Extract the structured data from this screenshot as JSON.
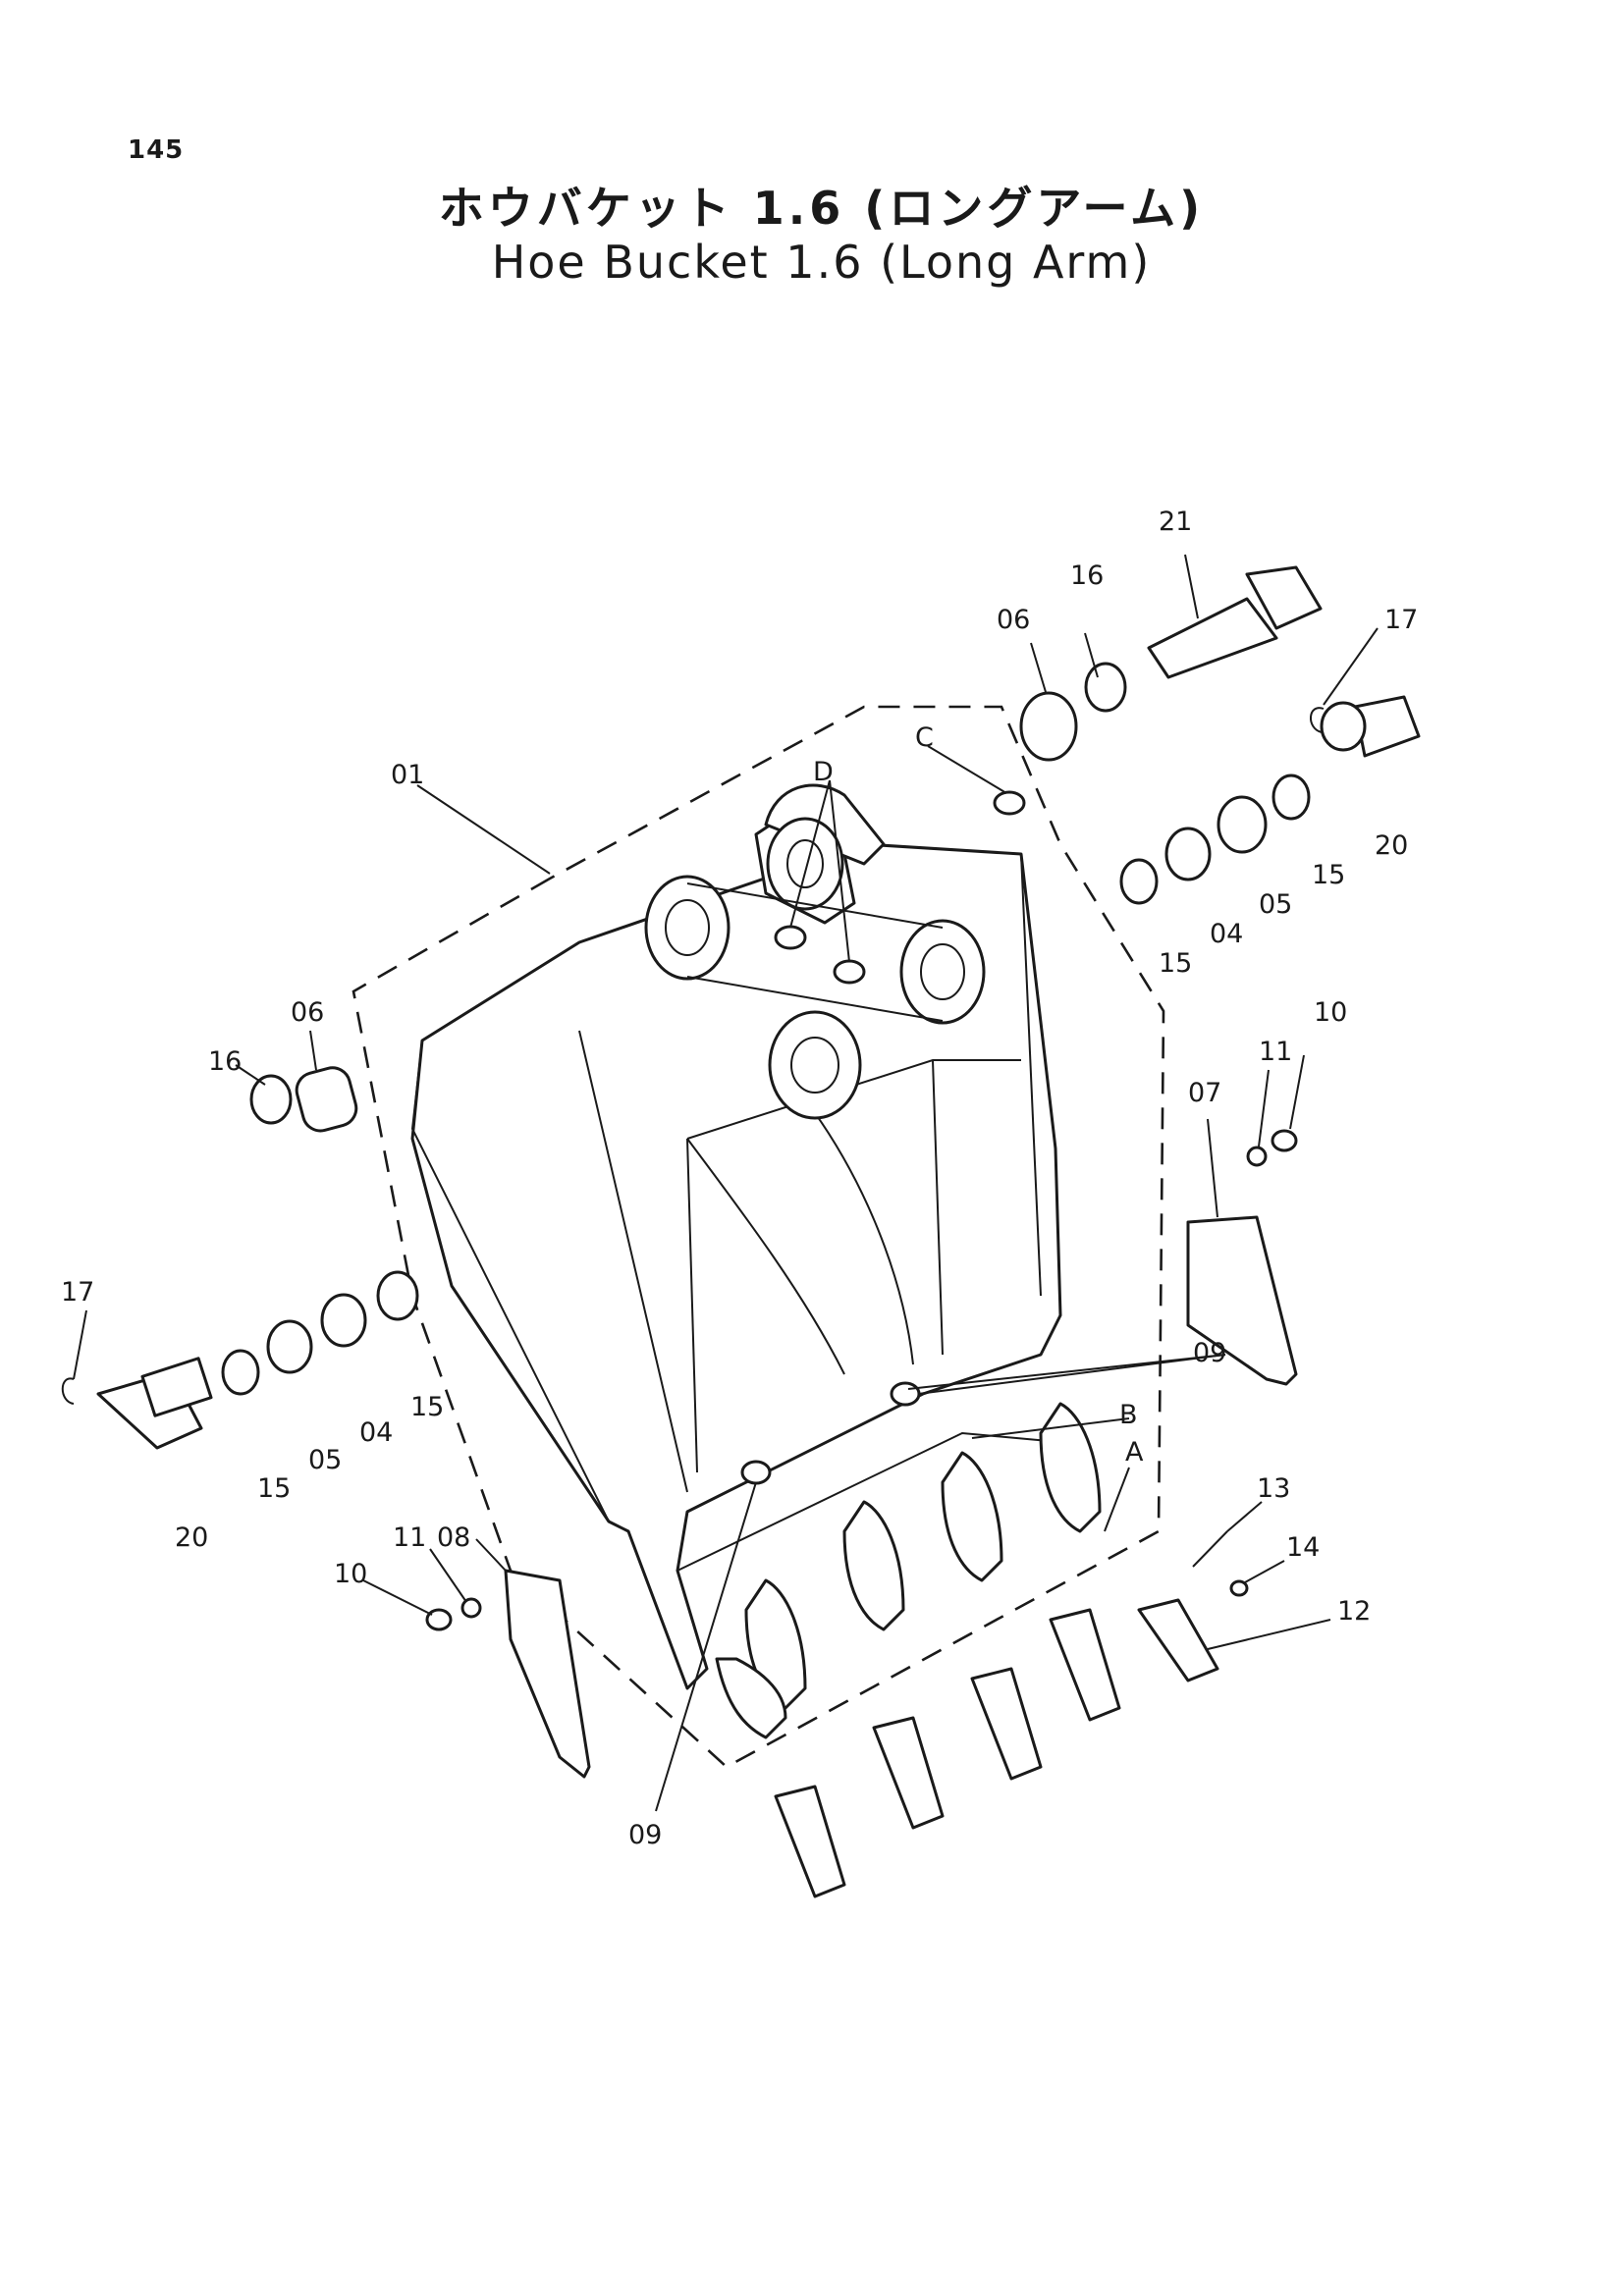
{
  "page_number": "145",
  "title_jp": "ホウバケット 1.6 (ロングアーム)",
  "title_en": "Hoe Bucket 1.6 (Long Arm)",
  "callouts": {
    "c01": "01",
    "c04a": "04",
    "c04b": "04",
    "c05a": "05",
    "c05b": "05",
    "c06a": "06",
    "c06b": "06",
    "c07": "07",
    "c08": "08",
    "c09a": "09",
    "c09b": "09",
    "c10a": "10",
    "c10b": "10",
    "c11a": "11",
    "c11b": "11",
    "c12": "12",
    "c13": "13",
    "c14": "14",
    "c15a": "15",
    "c15b": "15",
    "c15c": "15",
    "c15d": "15",
    "c16a": "16",
    "c16b": "16",
    "c17a": "17",
    "c17b": "17",
    "c20a": "20",
    "c20b": "20",
    "c21": "21",
    "cA": "A",
    "cB": "B",
    "cC": "C",
    "cD": "D"
  }
}
